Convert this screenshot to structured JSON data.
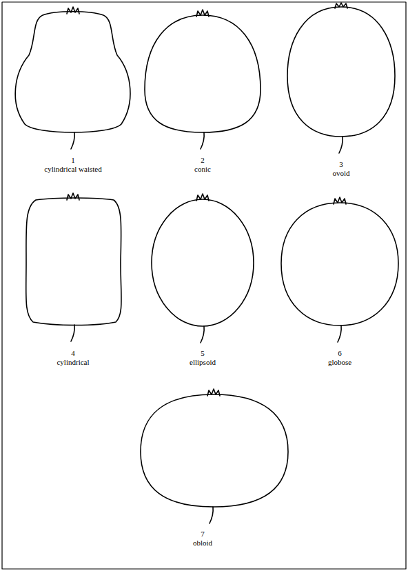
{
  "diagram": {
    "labels": [
      "1",
      "cylindrical waisted",
      "2",
      "conic",
      "3",
      "ovoid",
      "4",
      "cylindrical",
      "5",
      "ellipsoid",
      "6",
      "globose",
      "7",
      "obloid"
    ]
  }
}
